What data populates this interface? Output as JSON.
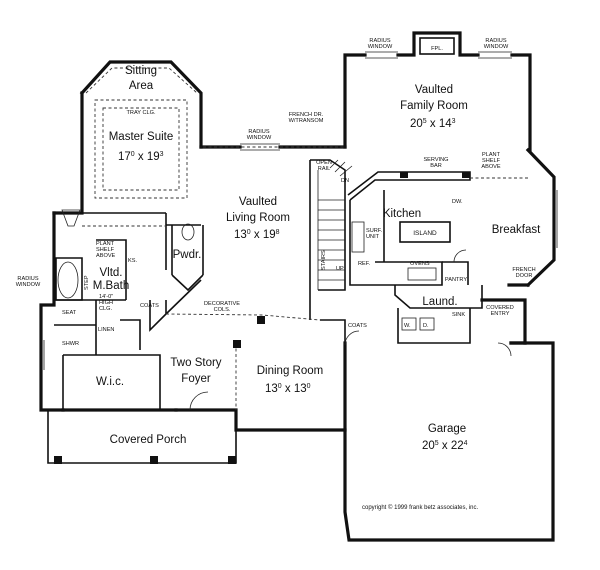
{
  "rooms": {
    "sitting_area": [
      "Sitting",
      "Area"
    ],
    "tray_clg": "TRAY CLG.",
    "master_suite": {
      "name": "Master Suite",
      "dim": [
        "17",
        "0",
        " x ",
        "19",
        "3"
      ]
    },
    "living_room": {
      "name": [
        "Vaulted",
        "Living Room"
      ],
      "dim": [
        "13",
        "0",
        " x ",
        "19",
        "8"
      ]
    },
    "family_room": {
      "name": [
        "Vaulted",
        "Family Room"
      ],
      "dim": [
        "20",
        "5",
        " x ",
        "14",
        "3"
      ]
    },
    "kitchen": "Kitchen",
    "island": "ISLAND",
    "breakfast": "Breakfast",
    "pwdr": "Pwdr.",
    "mbath": [
      "Vltd.",
      "M.Bath"
    ],
    "wic": "W.i.c.",
    "two_story_foyer": [
      "Two Story",
      "Foyer"
    ],
    "dining_room": {
      "name": "Dining Room",
      "dim": [
        "13",
        "0",
        " x ",
        "13",
        "0"
      ]
    },
    "covered_porch": "Covered Porch",
    "garage": {
      "name": "Garage",
      "dim": [
        "20",
        "5",
        " x ",
        "22",
        "4"
      ]
    },
    "laund": "Laund."
  },
  "notes": {
    "radius_window_top_left": [
      "RADIUS",
      "WINDOW"
    ],
    "fpl": "FPL.",
    "radius_window_top_right": [
      "RADIUS",
      "WINDOW"
    ],
    "french_dr": [
      "FRENCH DR.",
      "W/TRANSOM"
    ],
    "radius_window_mid": [
      "RADIUS",
      "WINDOW"
    ],
    "open_rail": [
      "OPEN",
      "RAIL"
    ],
    "serving_bar": [
      "SERVING",
      "BAR"
    ],
    "plant_shelf_above_right": [
      "PLANT",
      "SHELF",
      "ABOVE"
    ],
    "dw": "DW.",
    "surf_unit": [
      "SURF.",
      "UNIT"
    ],
    "ref": "REF.",
    "ovens": "OVENS",
    "pantry": "PANTRY",
    "french_door": [
      "FRENCH",
      "DOOR"
    ],
    "covered_entry": [
      "COVERED",
      "ENTRY"
    ],
    "plant_shelf_above_left": [
      "PLANT",
      "SHELF",
      "ABOVE"
    ],
    "ks": "KS.",
    "step": "STEP",
    "high_clg": [
      "14'-0\"",
      "HIGH",
      "CLG."
    ],
    "radius_window_left": [
      "RADIUS",
      "WINDOW"
    ],
    "seat": "SEAT",
    "shwr": "SHWR",
    "linen": "LINEN",
    "coats_left": "COATS",
    "decorative_cols": [
      "DECORATIVE",
      "COLS."
    ],
    "coats_right": "COATS",
    "stairs": "STAIRS",
    "dn": "DN",
    "up": "UP",
    "w": "W.",
    "d": "D.",
    "sink": "SINK"
  },
  "copyright": "copyright © 1999 frank betz associates, inc."
}
